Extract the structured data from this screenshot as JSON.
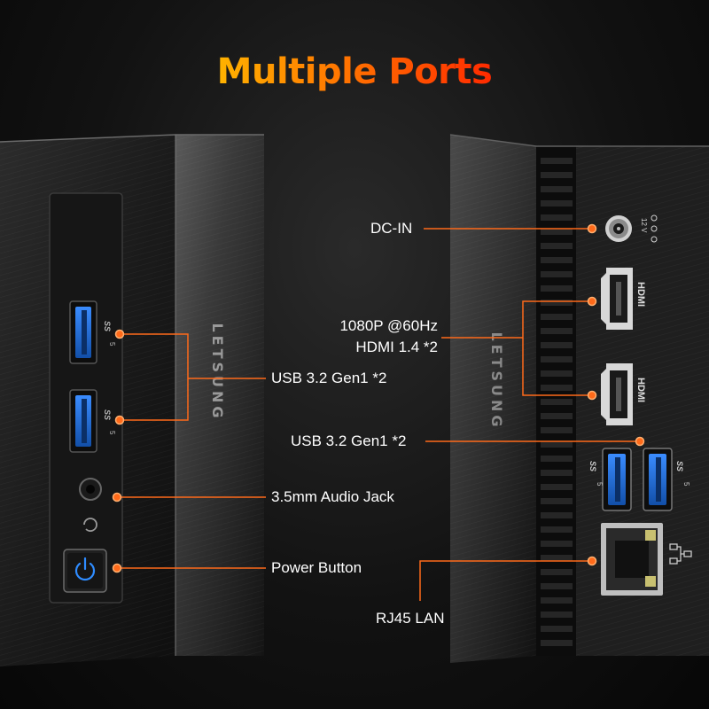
{
  "title": "Multiple Ports",
  "colors": {
    "title_start": "#ffb300",
    "title_end": "#ff2a00",
    "callout": "#ff6a1a",
    "usb_blue": "#1e6fd9",
    "label": "#ffffff"
  },
  "front_panel": {
    "brand": "LETSUNG",
    "usb_logo": "SS",
    "usb_speed": "5",
    "labels": {
      "usb": "USB 3.2 Gen1 *2",
      "audio": "3.5mm Audio Jack",
      "power": "Power Button"
    }
  },
  "rear_panel": {
    "brand": "LETSUNG",
    "dc_rating": "12 V",
    "hdmi_logo": "HDMI",
    "usb_logo": "SS",
    "usb_speed": "5",
    "labels": {
      "dc": "DC-IN",
      "hdmi_line1": "1080P @60Hz",
      "hdmi_line2": "HDMI 1.4 *2",
      "usb": "USB 3.2 Gen1 *2",
      "lan": "RJ45 LAN"
    }
  }
}
